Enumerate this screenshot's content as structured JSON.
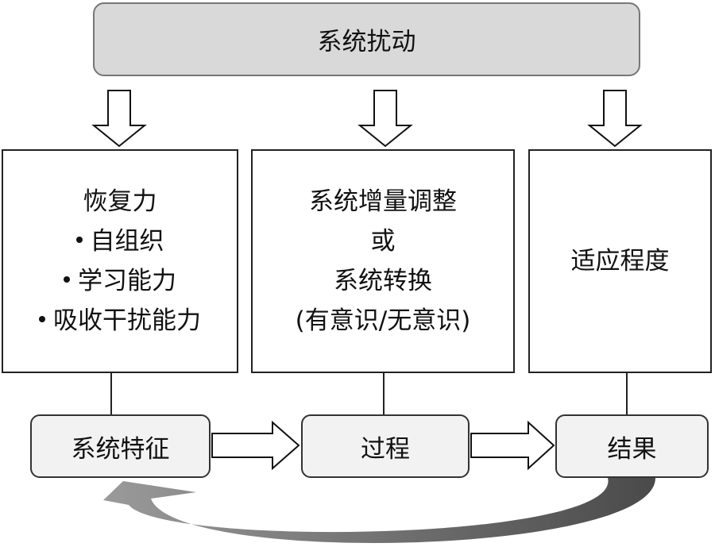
{
  "disturbance": {
    "label": "系统扰动"
  },
  "panels": {
    "characteristics": {
      "title": "恢复力",
      "bullets": [
        "自组织",
        "学习能力",
        "吸收干扰能力"
      ]
    },
    "adjustment": {
      "lines": [
        "系统增量调整",
        "或",
        "系统转换",
        "(有意识/无意识)"
      ]
    },
    "adaptation": {
      "title": "适应程度"
    }
  },
  "stages": {
    "feature": "系统特征",
    "process": "过程",
    "result": "结果"
  },
  "colors": {
    "banner_fill": "#d9d9d9",
    "stage_fill": "#f2f2f2",
    "feedback_arrow": "#6e6e6e"
  }
}
